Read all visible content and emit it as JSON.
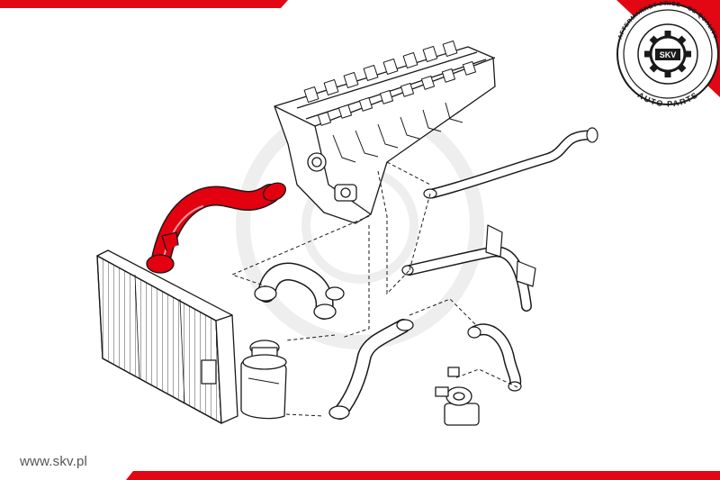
{
  "brand": {
    "logo_name": "SKV",
    "seal_top_text": "AFTERMARKET PRICE · OE QUALITY",
    "seal_bottom_text": "AUTO PARTS",
    "website": "www.skv.pl"
  },
  "colors": {
    "accent_red": "#e30613",
    "part_highlight": "#e3000f",
    "line_art": "#1a1a1a",
    "watermark": "#eeeeee"
  }
}
